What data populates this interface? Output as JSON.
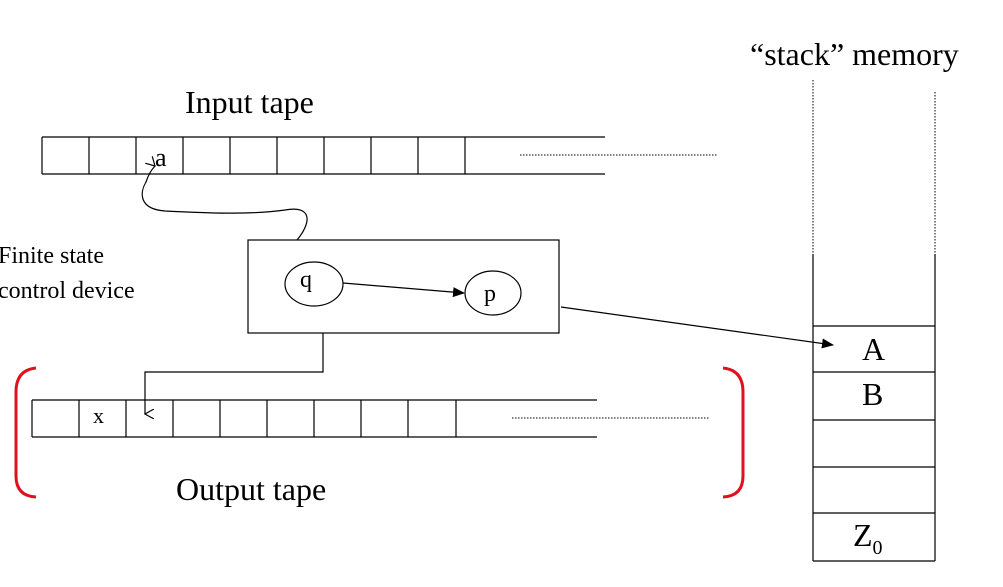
{
  "labels": {
    "stack_title": "“stack” memory",
    "input_tape": "Input tape",
    "output_tape": "Output tape",
    "control_line1": "Finite state",
    "control_line2": "control device"
  },
  "input_tape": {
    "cells": [
      "",
      "",
      "a",
      "",
      "",
      "",
      "",
      "",
      ""
    ]
  },
  "output_tape": {
    "cells": [
      "",
      "x",
      "",
      "",
      "",
      "",
      "",
      "",
      ""
    ]
  },
  "states": {
    "from": "q",
    "to": "p"
  },
  "stack": {
    "cells": [
      "A",
      "B",
      "",
      "",
      "Z"
    ],
    "bottom_subscript": "0"
  },
  "colors": {
    "bracket": "#e0101e",
    "line": "#000000"
  }
}
